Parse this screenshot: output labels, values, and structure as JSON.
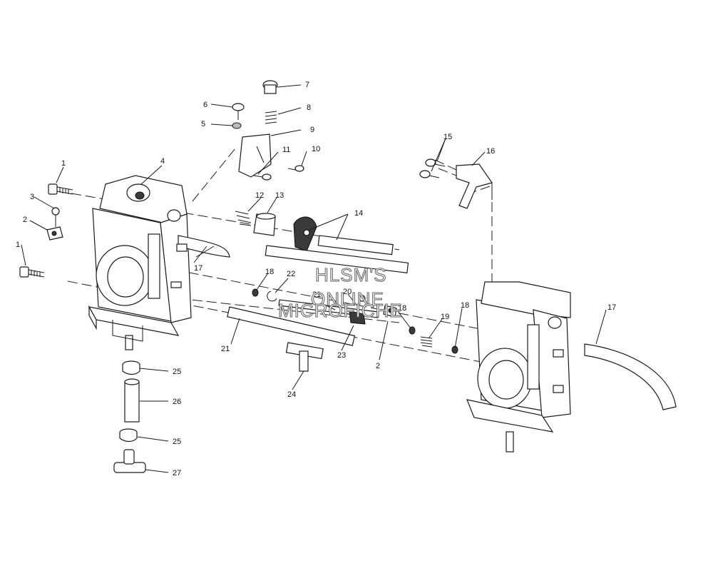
{
  "watermark": {
    "line1": "HLSM'S",
    "line2": "ONLINE",
    "line3": "MICROFICHE"
  },
  "callouts": {
    "c1a": "1",
    "c1b": "1",
    "c2a": "2",
    "c2b": "2",
    "c3": "3",
    "c4": "4",
    "c5": "5",
    "c6": "6",
    "c7": "7",
    "c8": "8",
    "c9": "9",
    "c10": "10",
    "c11": "11",
    "c12": "12",
    "c13": "13",
    "c14": "14",
    "c15": "15",
    "c16": "16",
    "c17a": "17",
    "c17b": "17",
    "c18a": "18",
    "c18b": "18",
    "c18c": "18",
    "c19": "19",
    "c20": "20",
    "c21a": "21",
    "c21b": "21",
    "c22": "22",
    "c23": "23",
    "c24": "24",
    "c25a": "25",
    "c25b": "25",
    "c26": "26",
    "c27": "27"
  }
}
